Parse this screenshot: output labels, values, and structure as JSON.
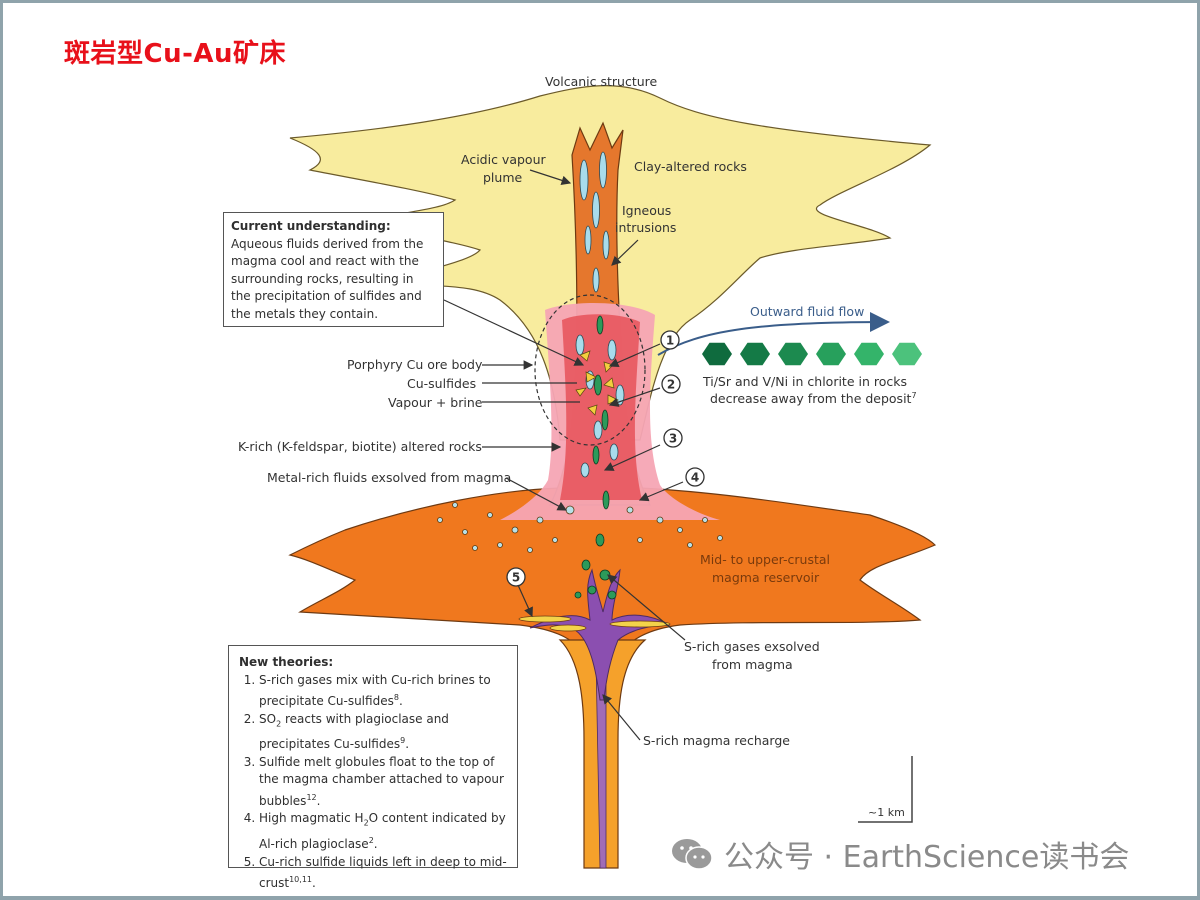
{
  "title": "斑岩型Cu-Au矿床",
  "labels": {
    "volcanic_structure": "Volcanic structure",
    "acidic_vapour_plume_1": "Acidic vapour",
    "acidic_vapour_plume_2": "plume",
    "clay_altered_rocks": "Clay-altered rocks",
    "igneous_intrusions_1": "Igneous",
    "igneous_intrusions_2": "intrusions",
    "outward_fluid_flow": "Outward fluid flow",
    "chlorite_1": "Ti/Sr and V/Ni in chlorite in rocks",
    "chlorite_2": "decrease away from the deposit",
    "chlorite_ref": "7",
    "porphyry_cu_ore_body": "Porphyry Cu ore body",
    "cu_sulfides": "Cu-sulfides",
    "vapour_brine": "Vapour + brine",
    "k_rich_altered": "K-rich (K-feldspar, biotite) altered rocks",
    "metal_rich_fluids": "Metal-rich fluids exsolved from magma",
    "magma_reservoir_1": "Mid- to upper-crustal",
    "magma_reservoir_2": "magma reservoir",
    "s_rich_gases_1": "S-rich gases exsolved",
    "s_rich_gases_2": "from magma",
    "s_rich_recharge": "S-rich magma recharge",
    "scale": "~1 km"
  },
  "markers": [
    "1",
    "2",
    "3",
    "4",
    "5"
  ],
  "chlorite_gradient_colors": [
    "#0f6b3e",
    "#147a46",
    "#1c8a4f",
    "#27a05c",
    "#34b46a",
    "#4cc27c"
  ],
  "current_understanding": {
    "heading": "Current understanding:",
    "body": "Aqueous fluids derived from the magma cool and react with the surrounding rocks, resulting in the precipitation of sulfides and the metals they contain."
  },
  "new_theories": {
    "heading": "New theories:",
    "items": [
      {
        "text": "S-rich gases mix with Cu-rich brines to precipitate Cu-sulfides",
        "ref": "8"
      },
      {
        "pre": "SO",
        "sub": "2",
        "text": " reacts with plagioclase and precipitates Cu-sulfides",
        "ref": "9"
      },
      {
        "text": "Sulfide melt globules float to the top of the magma chamber attached to vapour bubbles",
        "ref": "12"
      },
      {
        "pre": "High magmatic H",
        "sub": "2",
        "text": "O content indicated by Al-rich plagioclase",
        "ref": "2"
      },
      {
        "text": "Cu-rich sulfide liquids left in deep to mid-crust",
        "ref": "10,11"
      }
    ]
  },
  "watermark": {
    "icon": "wechat-icon",
    "text": "公众号 · EarthScience读书会"
  }
}
